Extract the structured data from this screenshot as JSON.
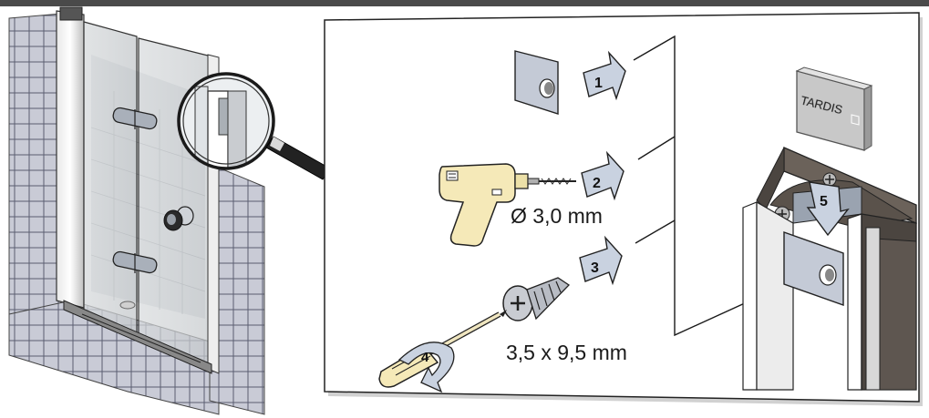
{
  "labels": {
    "drill_diameter": "Ø 3,0 mm",
    "screw_size": "3,5 x 9,5 mm",
    "brand": "TARDIS"
  },
  "steps": [
    "1",
    "2",
    "3",
    "4",
    "5"
  ],
  "colors": {
    "top_bar": "#4a4a4a",
    "tile": "#c9cbd6",
    "glass": "#cfd3d6",
    "drill_body": "#f5e9b8",
    "profile_dark": "#4b4540",
    "plate": "#c4cad6"
  }
}
